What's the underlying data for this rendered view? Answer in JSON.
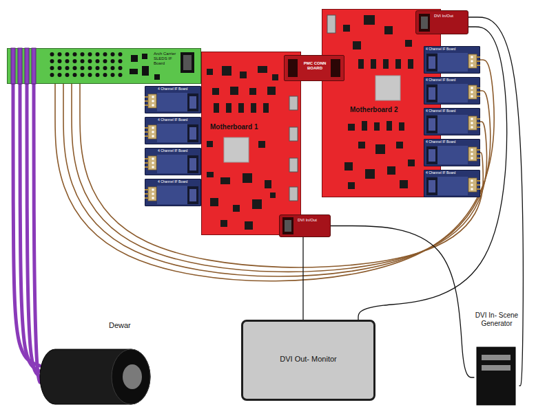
{
  "diagram": {
    "nodes": [
      {
        "text": [
          "Arch Carrier SLEDS IF Board"
        ]
      },
      {
        "text": [
          "Motherboard 1"
        ]
      },
      {
        "text": [
          "Motherboard 2"
        ]
      },
      {
        "text": [
          "PMC CONN BOARD"
        ]
      },
      {
        "text": [
          "DVI In/Out"
        ]
      },
      {
        "text": [
          "4 Channel IF Board"
        ]
      },
      {
        "text": [
          "4 Channel IF Board"
        ]
      },
      {
        "text": [
          "4 Channel IF Board"
        ]
      },
      {
        "text": [
          "4 Channel IF Board"
        ]
      },
      {
        "text": [
          "4 Channel IF Board"
        ]
      },
      {
        "text": [
          "4 Channel IF Board"
        ]
      },
      {
        "text": [
          "4 Channel IF Board"
        ]
      },
      {
        "text": [
          "4 Channel IF Board"
        ]
      },
      {
        "text": [
          "4 Channel IF Board"
        ]
      },
      {
        "text": [
          "DVI In/Out"
        ]
      },
      {
        "text": [
          "Dewar"
        ]
      },
      {
        "text": [
          "DVI Out- Monitor"
        ]
      },
      {
        "text": [
          "DVI In- Scene Generator"
        ]
      }
    ],
    "edges": [
      {
        "from": 0,
        "to": 15,
        "arrow": "none"
      },
      {
        "from": 0,
        "to": 15,
        "arrow": "none"
      },
      {
        "from": 0,
        "to": 15,
        "arrow": "none"
      },
      {
        "from": 0,
        "to": 15,
        "arrow": "none"
      },
      {
        "from": 0,
        "to": 9,
        "arrow": "none"
      },
      {
        "from": 0,
        "to": 10,
        "arrow": "none"
      },
      {
        "from": 0,
        "to": 11,
        "arrow": "none"
      },
      {
        "from": 0,
        "to": 12,
        "arrow": "none"
      },
      {
        "from": 14,
        "to": 16,
        "arrow": "none"
      },
      {
        "from": 14,
        "to": 17,
        "arrow": "none"
      },
      {
        "from": 4,
        "to": 16,
        "arrow": "none"
      },
      {
        "from": 4,
        "to": 17,
        "arrow": "none"
      }
    ]
  }
}
